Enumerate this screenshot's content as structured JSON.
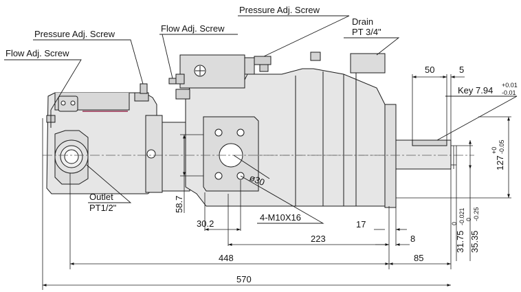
{
  "callouts": {
    "flow_adj_left": "Flow Adj. Screw",
    "pressure_adj_left": "Pressure Adj. Screw",
    "flow_adj_mid": "Flow Adj. Screw",
    "pressure_adj_top": "Pressure Adj. Screw",
    "drain_title": "Drain",
    "drain_size": "PT 3/4\"",
    "outlet_title": "Outlet",
    "outlet_size": "PT1/2\"",
    "bolt_spec": "4-M10X16",
    "bore_dia": "ø30",
    "key_main": "Key 7.94",
    "key_tol_upper": "+0.01",
    "key_tol_lower": "-0.01"
  },
  "dimensions": {
    "key_length": "50",
    "key_offset": "5",
    "flange_height": "127",
    "flange_tol_upper": "+0",
    "flange_tol_lower": "-0.05",
    "port_height": "58.7",
    "port_offset": "30.2",
    "flange_thickness": "17",
    "bolt_to_flange": "223",
    "shaft_step": "8",
    "shaft_dia": "31.75",
    "shaft_dia_tol_upper": "0",
    "shaft_dia_tol_lower": "-0.021",
    "key_height": "35.35",
    "key_height_tol_upper": "0",
    "key_height_tol_lower": "-0.25",
    "outlet_to_flange": "448",
    "shaft_length": "85",
    "overall_length": "570"
  },
  "colors": {
    "body": "#e6e6e6",
    "body_dark": "#cfcfcf",
    "line": "#1a1a1a",
    "accent": "#8b0a33"
  }
}
